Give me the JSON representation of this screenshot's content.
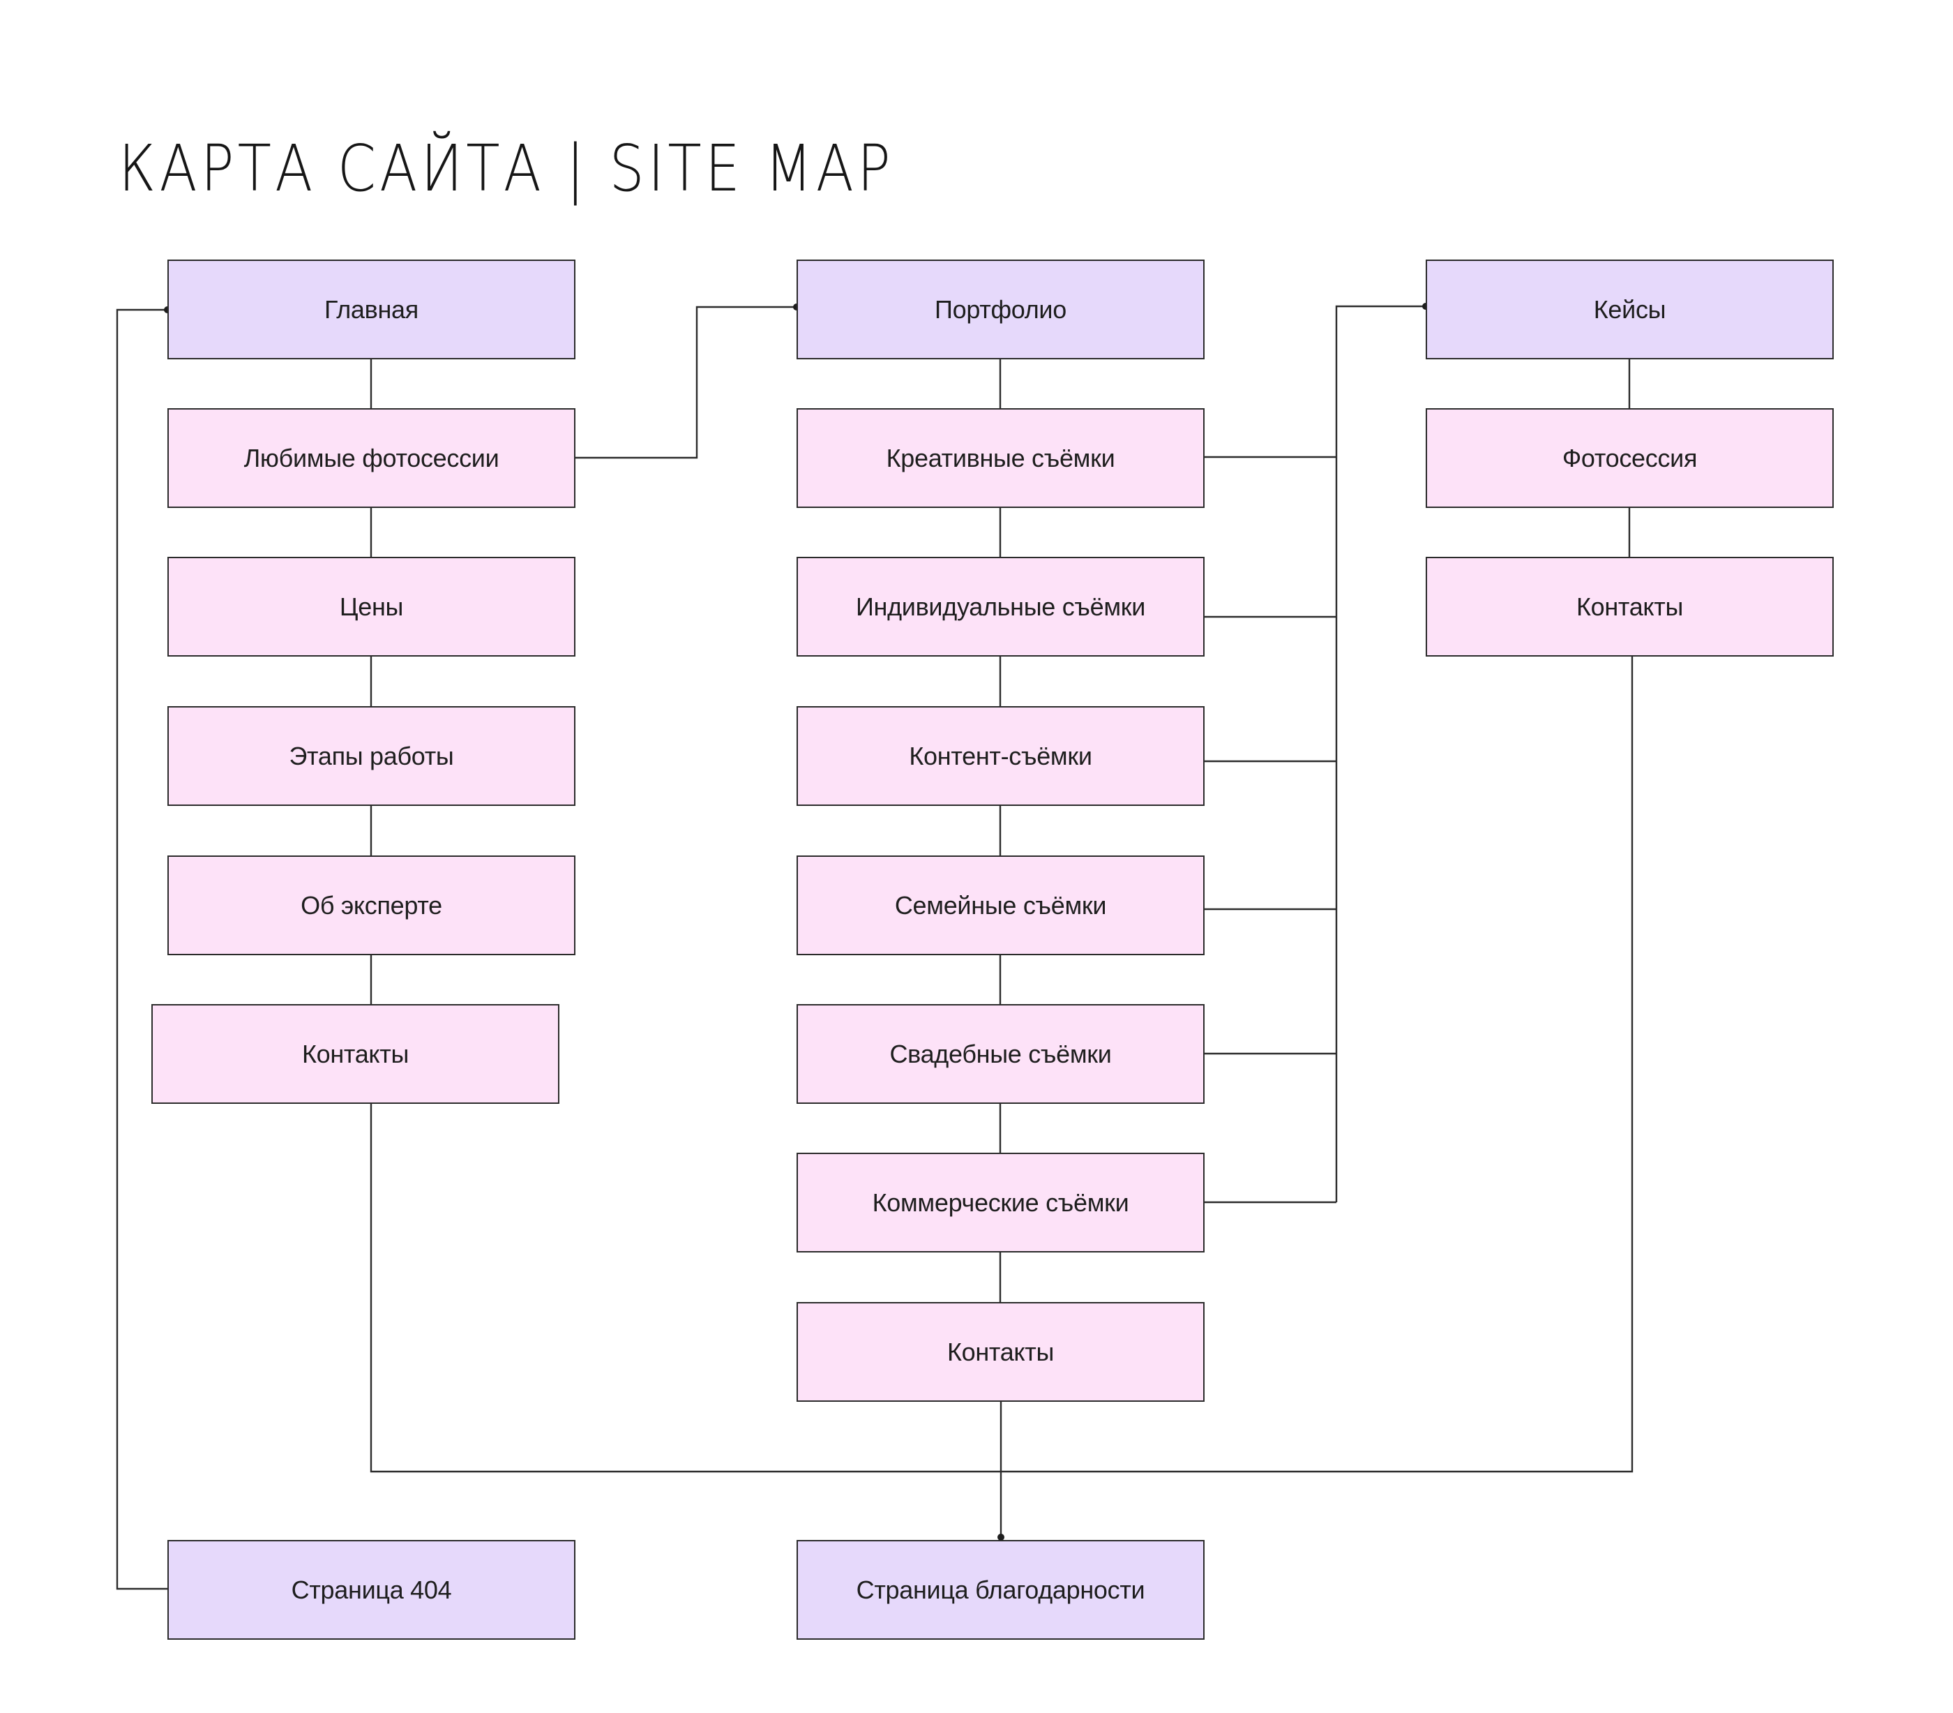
{
  "title": "КАРТА САЙТА | SITE MAP",
  "colors": {
    "primary_node": "#e6d9fb",
    "secondary_node": "#fde2f8",
    "line": "#2b2b2b"
  },
  "columns": [
    {
      "id": "home",
      "items": [
        {
          "label": "Главная",
          "type": "primary"
        },
        {
          "label": "Любимые фотосессии",
          "type": "secondary"
        },
        {
          "label": "Цены",
          "type": "secondary"
        },
        {
          "label": "Этапы работы",
          "type": "secondary"
        },
        {
          "label": "Об эксперте",
          "type": "secondary"
        },
        {
          "label": "Контакты",
          "type": "secondary"
        }
      ]
    },
    {
      "id": "portfolio",
      "items": [
        {
          "label": "Портфолио",
          "type": "primary"
        },
        {
          "label": "Креативные съёмки",
          "type": "secondary"
        },
        {
          "label": "Индивидуальные съёмки",
          "type": "secondary"
        },
        {
          "label": "Контент-съёмки",
          "type": "secondary"
        },
        {
          "label": "Семейные съёмки",
          "type": "secondary"
        },
        {
          "label": "Свадебные съёмки",
          "type": "secondary"
        },
        {
          "label": "Коммерческие съёмки",
          "type": "secondary"
        },
        {
          "label": "Контакты",
          "type": "secondary"
        }
      ]
    },
    {
      "id": "cases",
      "items": [
        {
          "label": "Кейсы",
          "type": "primary"
        },
        {
          "label": "Фотосессия",
          "type": "secondary"
        },
        {
          "label": "Контакты",
          "type": "secondary"
        }
      ]
    }
  ],
  "bottom": [
    {
      "label": "Страница 404",
      "type": "primary"
    },
    {
      "label": "Страница благодарности",
      "type": "primary"
    }
  ]
}
